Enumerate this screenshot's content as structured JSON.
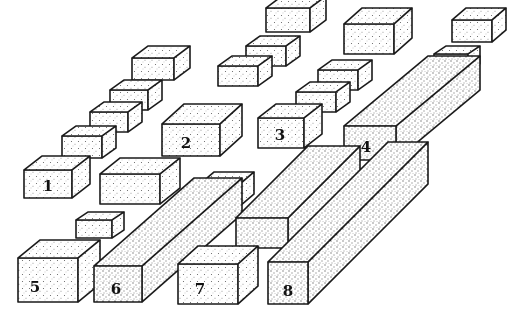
{
  "figure": {
    "stroke_color": "#1a1a1a",
    "paper_color": "#ffffff",
    "stipple_color": "#4a4a4a"
  },
  "arrangements": [
    {
      "label": "1",
      "blocks": [
        "cube",
        "cube",
        "cube",
        "cube",
        "cube"
      ]
    },
    {
      "label": "2",
      "blocks": [
        "bar-2",
        "cube",
        "cube",
        "cube"
      ]
    },
    {
      "label": "3",
      "blocks": [
        "cube",
        "cube",
        "bar-2",
        "bar-2"
      ]
    },
    {
      "label": "4",
      "blocks": [
        "bar-4",
        "cube"
      ]
    },
    {
      "label": "5",
      "blocks": [
        "bar-2",
        "cube",
        "bar-2"
      ]
    },
    {
      "label": "6",
      "blocks": [
        "bar-4",
        "cube"
      ]
    },
    {
      "label": "7",
      "blocks": [
        "bar-2",
        "cube",
        "bar-4"
      ]
    },
    {
      "label": "8",
      "blocks": [
        "bar-5"
      ]
    }
  ]
}
